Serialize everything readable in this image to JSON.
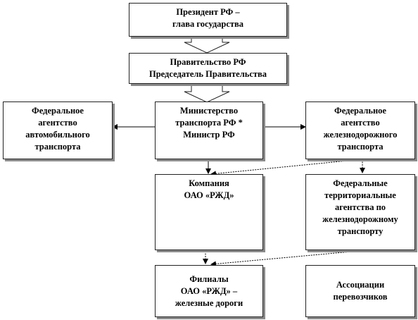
{
  "nodes": {
    "president": {
      "lines": [
        "Президент РФ –",
        "глава государства"
      ]
    },
    "government": {
      "lines": [
        "Правительство РФ",
        "Председатель  Правительства"
      ]
    },
    "ministry": {
      "lines": [
        "Министерство",
        "транспорта РФ *",
        "Министр РФ"
      ]
    },
    "fed_auto": {
      "lines": [
        "Федеральное",
        "агентство",
        "автомобильного",
        "транспорта"
      ]
    },
    "fed_rail": {
      "lines": [
        "Федеральное",
        "агентство",
        "железнодорожного",
        "транспорта"
      ]
    },
    "rzd": {
      "lines": [
        "Компания",
        "ОАО «РЖД»"
      ]
    },
    "territorial": {
      "lines": [
        "Федеральные",
        "территориальные",
        "агентства по",
        "железнодорожному",
        "транспорту"
      ]
    },
    "branches": {
      "lines": [
        "Филиалы",
        "ОАО «РЖД» –",
        "железные дороги"
      ]
    },
    "associations": {
      "lines": [
        "Ассоциации",
        "перевозчиков"
      ]
    }
  }
}
